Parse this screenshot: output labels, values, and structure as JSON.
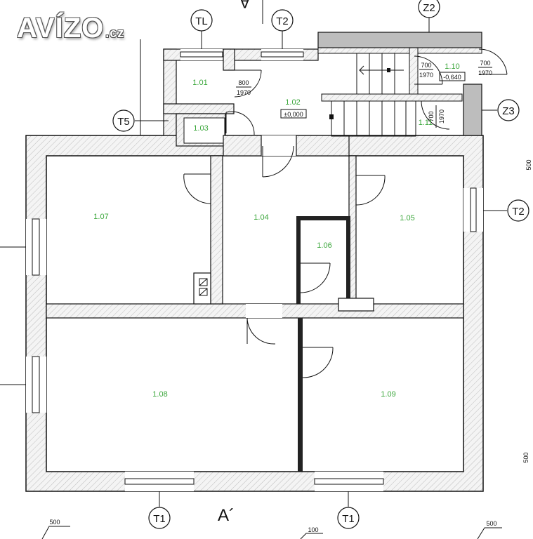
{
  "logo": {
    "brand": "AVÍZO",
    "suffix": ".cz"
  },
  "rooms": {
    "r101": "1.01",
    "r102": "1.02",
    "r103": "1.03",
    "r104": "1.04",
    "r105": "1.05",
    "r106": "1.06",
    "r107": "1.07",
    "r108": "1.08",
    "r109": "1.09",
    "r110": "1.10",
    "r111": "1.11"
  },
  "levels": {
    "main": "±0,000",
    "stair": "-0,640"
  },
  "door_dims": {
    "d1_w": "800",
    "d1_h": "1970",
    "d2_w": "700",
    "d2_h": "1970",
    "d3_w": "700",
    "d3_h": "1970",
    "d4_w": "700",
    "d4_h": "1970"
  },
  "tags": {
    "tl": "TL",
    "t2_top": "T2",
    "z2": "Z2",
    "z3": "Z3",
    "t5": "T5",
    "t2_right": "T2",
    "t1_left": "T1",
    "t1_right": "T1"
  },
  "section": {
    "top": "A",
    "bottom": "A´"
  },
  "dimensions": {
    "bottom_left": "500",
    "bottom_mid": "100",
    "bottom_right": "500",
    "right_top": "500",
    "right_bottom": "500"
  }
}
